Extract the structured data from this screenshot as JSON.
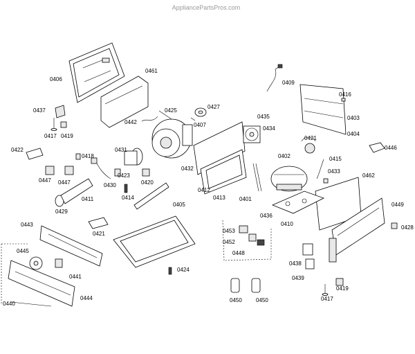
{
  "watermark": "AppliancePartsPros.com",
  "labels": [
    "0406",
    "0461",
    "0437",
    "0425",
    "0427",
    "0417",
    "0419",
    "0442",
    "0407",
    "0435",
    "0434",
    "0409",
    "0416",
    "0403",
    "0404",
    "0446",
    "0422",
    "0418",
    "0431",
    "0432",
    "0421",
    "0415",
    "0402",
    "0433",
    "0447",
    "0447",
    "0423",
    "0420",
    "0430",
    "0412",
    "0413",
    "0401",
    "0462",
    "0449",
    "0429",
    "0411",
    "0414",
    "0405",
    "0436",
    "0410",
    "0428",
    "0443",
    "0453",
    "0421",
    "0452",
    "0448",
    "0445",
    "0424",
    "0438",
    "0441",
    "0439",
    "0444",
    "0417",
    "0419",
    "0440",
    "0450",
    "0450"
  ]
}
